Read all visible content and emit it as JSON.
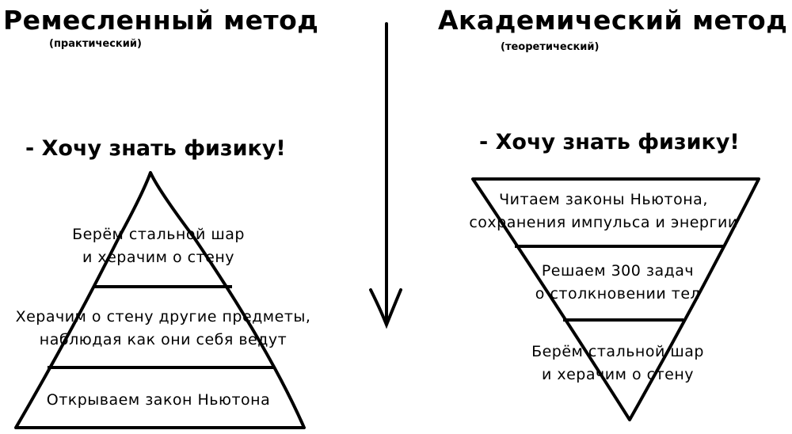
{
  "left": {
    "title": "Ремесленный метод",
    "subtitle": "(практический)",
    "wish": "- Хочу знать физику!",
    "layers": [
      [
        "Берём стальной шар",
        "и херачим о стену"
      ],
      [
        "Херачим о стену другие предметы,",
        "наблюдая как они себя ведут"
      ],
      [
        "Открываем закон Ньютона"
      ]
    ]
  },
  "right": {
    "title": "Академический метод",
    "subtitle": "(теоретический)",
    "wish": "- Хочу знать физику!",
    "layers": [
      [
        "Читаем законы Ньютона,",
        "сохранения импульса и энергии"
      ],
      [
        "Решаем 300 задач",
        "о столкновении тел"
      ],
      [
        "Берём стальной шар",
        "и херачим о стену"
      ]
    ]
  }
}
